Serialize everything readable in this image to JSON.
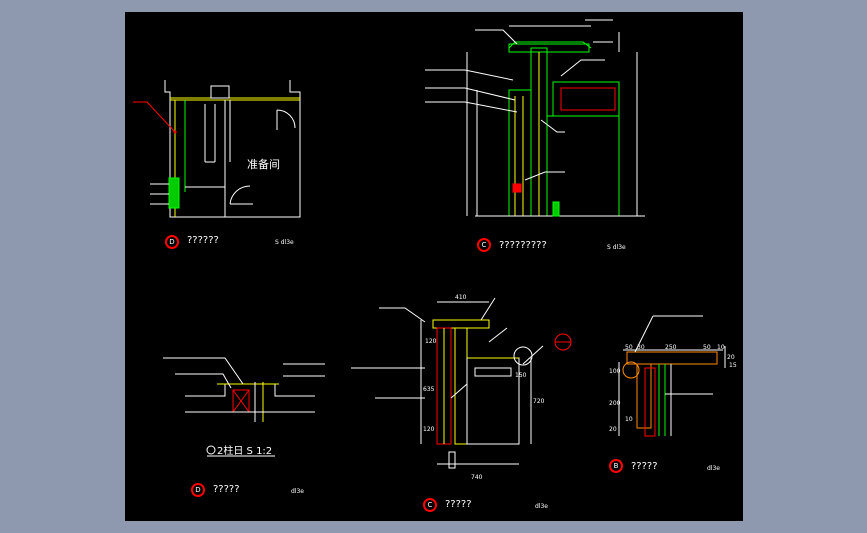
{
  "room_label": "准备间",
  "views": [
    {
      "badge": "D",
      "title": "??????",
      "scale_note": "S dl3e"
    },
    {
      "badge": "C",
      "title": "?????????",
      "scale_note": "S dl3e"
    },
    {
      "badge": "D",
      "title": "?????",
      "scale_note": "dl3e"
    },
    {
      "badge": "C",
      "title": "?????",
      "scale_note": "dl3e"
    },
    {
      "badge": "B",
      "title": "?????",
      "scale_note": "dl3e"
    }
  ],
  "detail_caption": "2柱日 S 1:2",
  "dims": {
    "top_width": "410",
    "d120": "120",
    "d635": "635",
    "d720": "720",
    "d120b": "120",
    "d740": "740",
    "d150": "150",
    "d50a": "50",
    "d30": "30",
    "d250": "250",
    "d50b": "50",
    "d10a": "10",
    "d100": "100",
    "d200": "200",
    "d10b": "10",
    "d20": "20",
    "d20b": "20",
    "d15": "15"
  },
  "colors": {
    "background": "#8e99af",
    "canvas": "#000000",
    "line_white": "#ffffff",
    "line_yellow": "#ffff00",
    "line_green": "#00ff00",
    "line_red": "#ff0000",
    "line_orange": "#ff8c00",
    "line_magenta": "#ff00ff"
  }
}
